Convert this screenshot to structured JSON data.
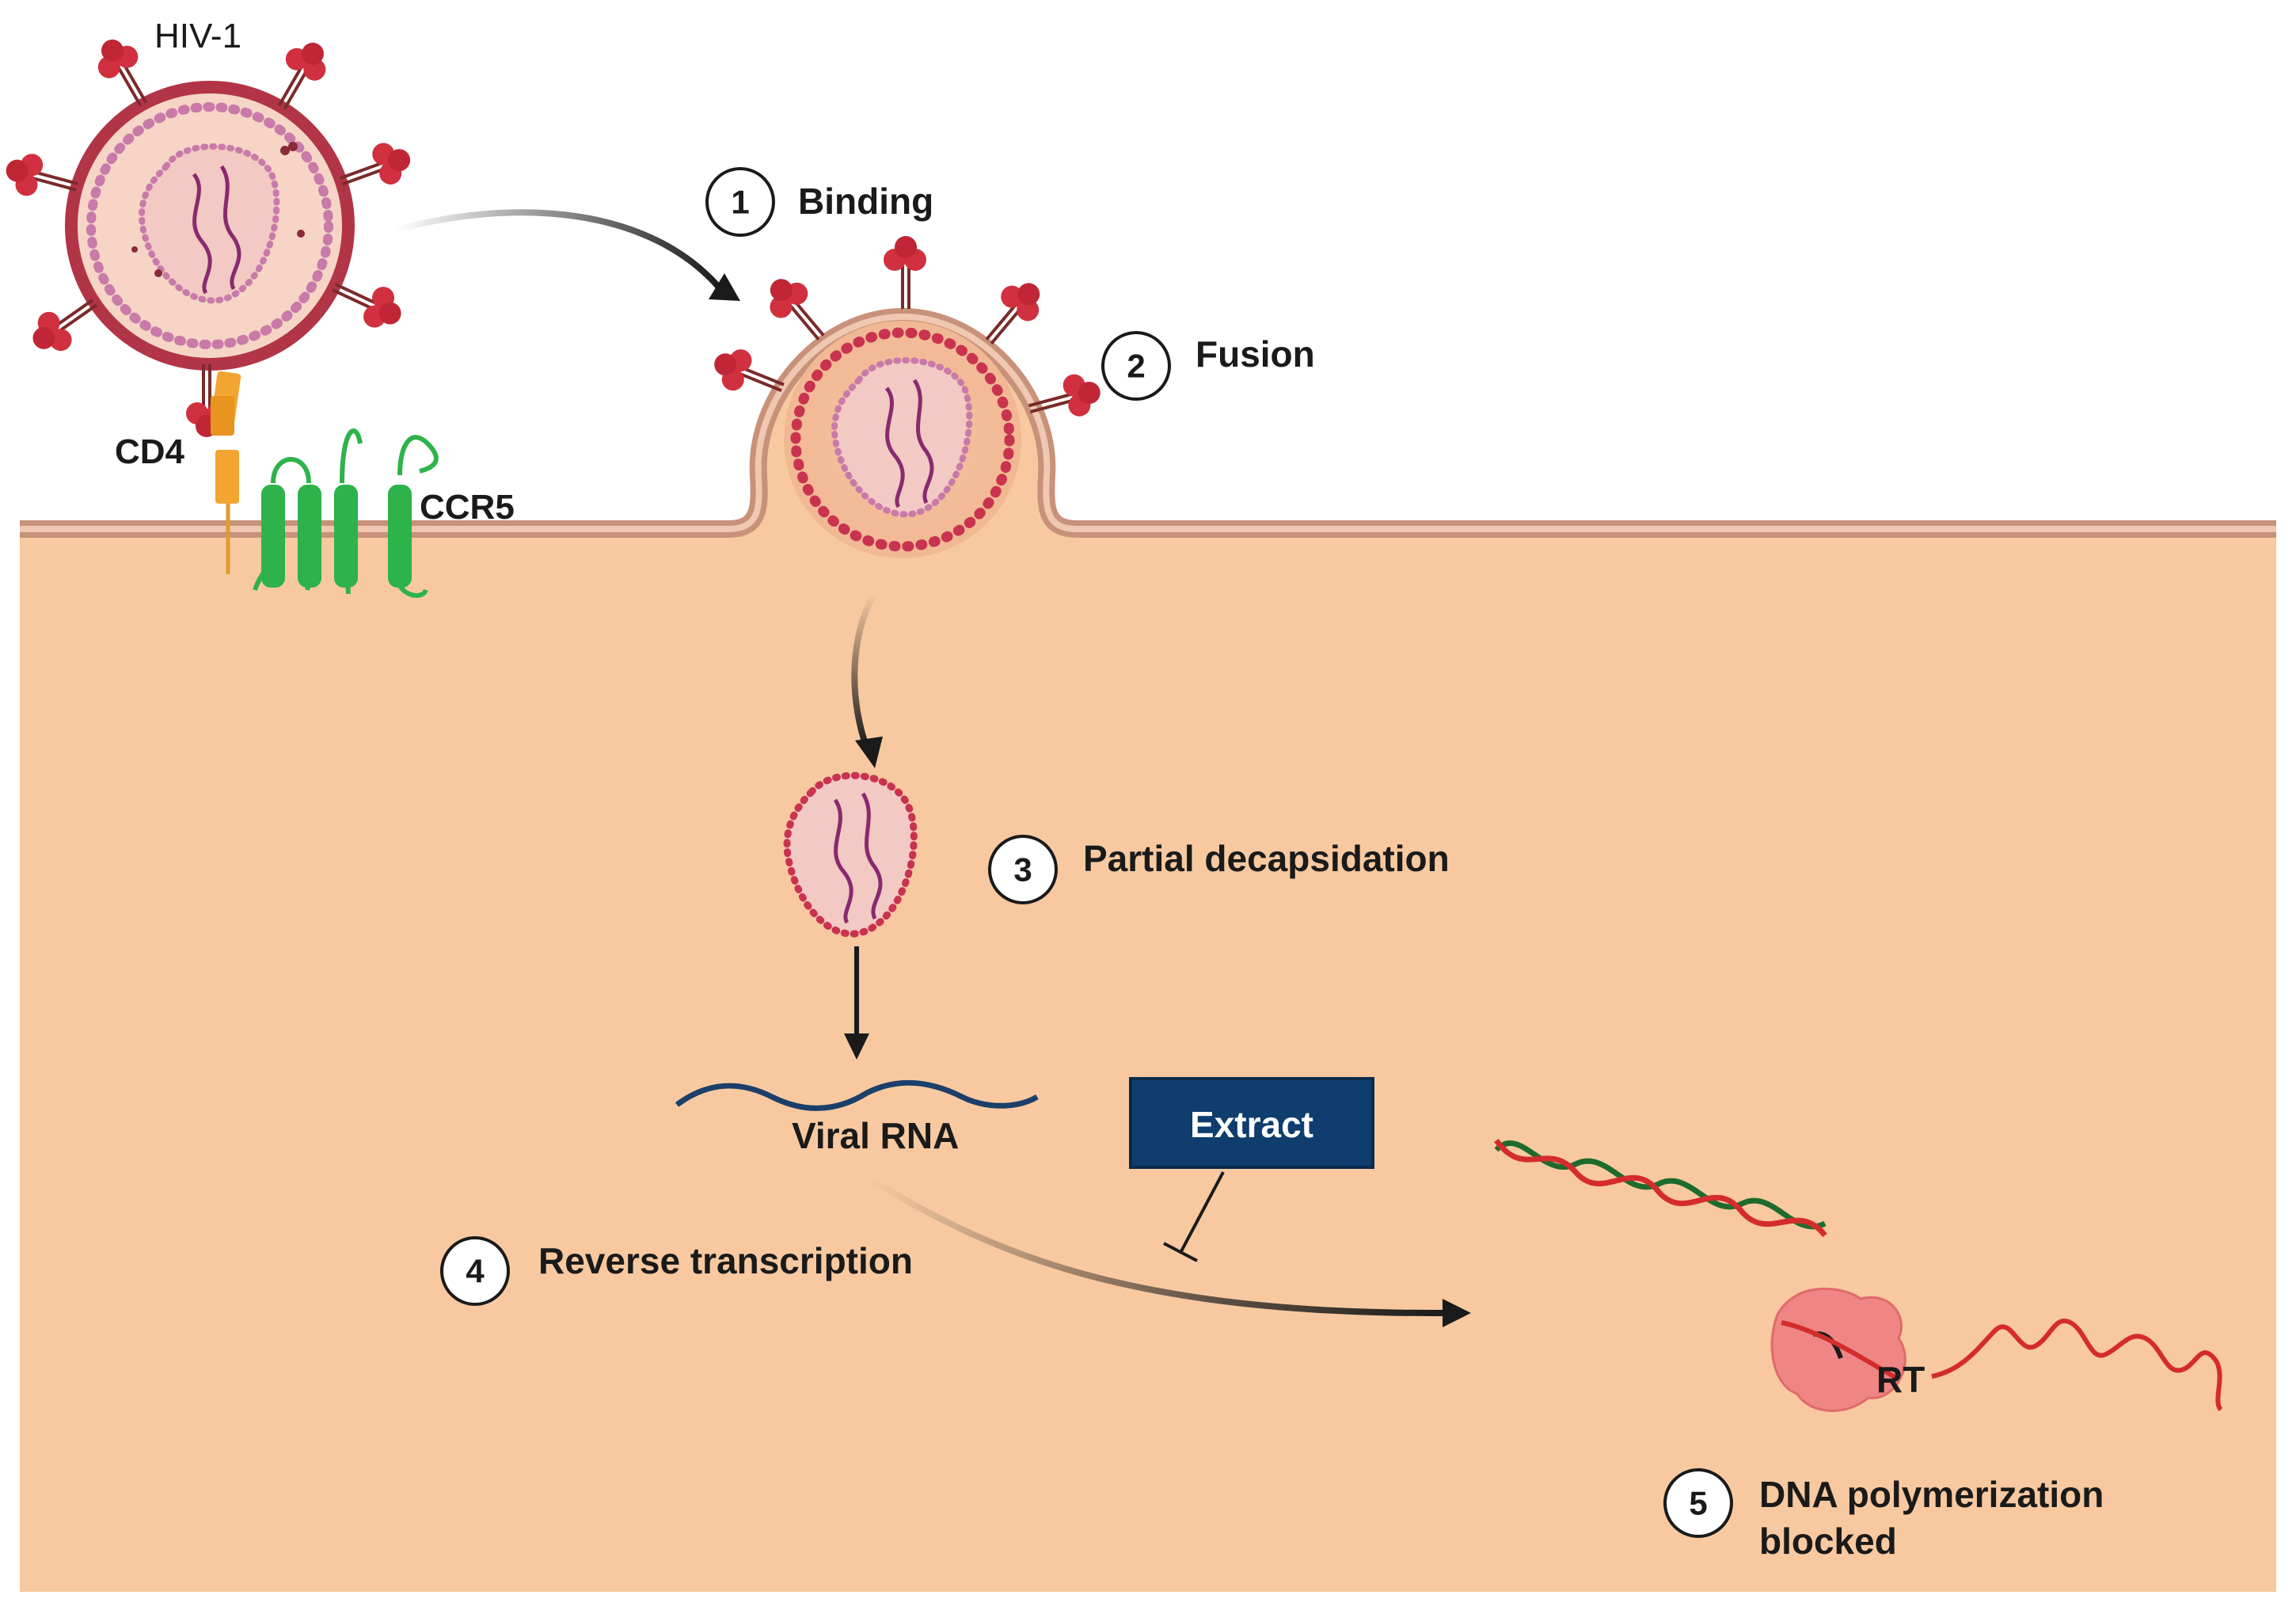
{
  "labels": {
    "virus": "HIV-1",
    "cd4": "CD4",
    "ccr5": "CCR5",
    "viral_rna": "Viral RNA",
    "extract": "Extract",
    "rt": "RT"
  },
  "steps": [
    {
      "num": "1",
      "label": "Binding"
    },
    {
      "num": "2",
      "label": "Fusion"
    },
    {
      "num": "3",
      "label": "Partial decapsidation"
    },
    {
      "num": "4",
      "label": "Reverse transcription"
    },
    {
      "num": "5",
      "label_line1": "DNA polymerization",
      "label_line2": "blocked"
    }
  ],
  "colors": {
    "cytoplasm": "#f8c9a0",
    "membrane": "#d9a58e",
    "envelope": "#b23447",
    "matrix_dots": "#c97aa8",
    "gp120": "#d0303f",
    "cd4": "#f2a531",
    "ccr5": "#2db34a",
    "extract_box": "#0e3d6e",
    "rna": "#1b3f6a",
    "dna_red": "#d42c2c",
    "dna_green": "#1e6b2e",
    "rt_enzyme": "#f08585"
  }
}
